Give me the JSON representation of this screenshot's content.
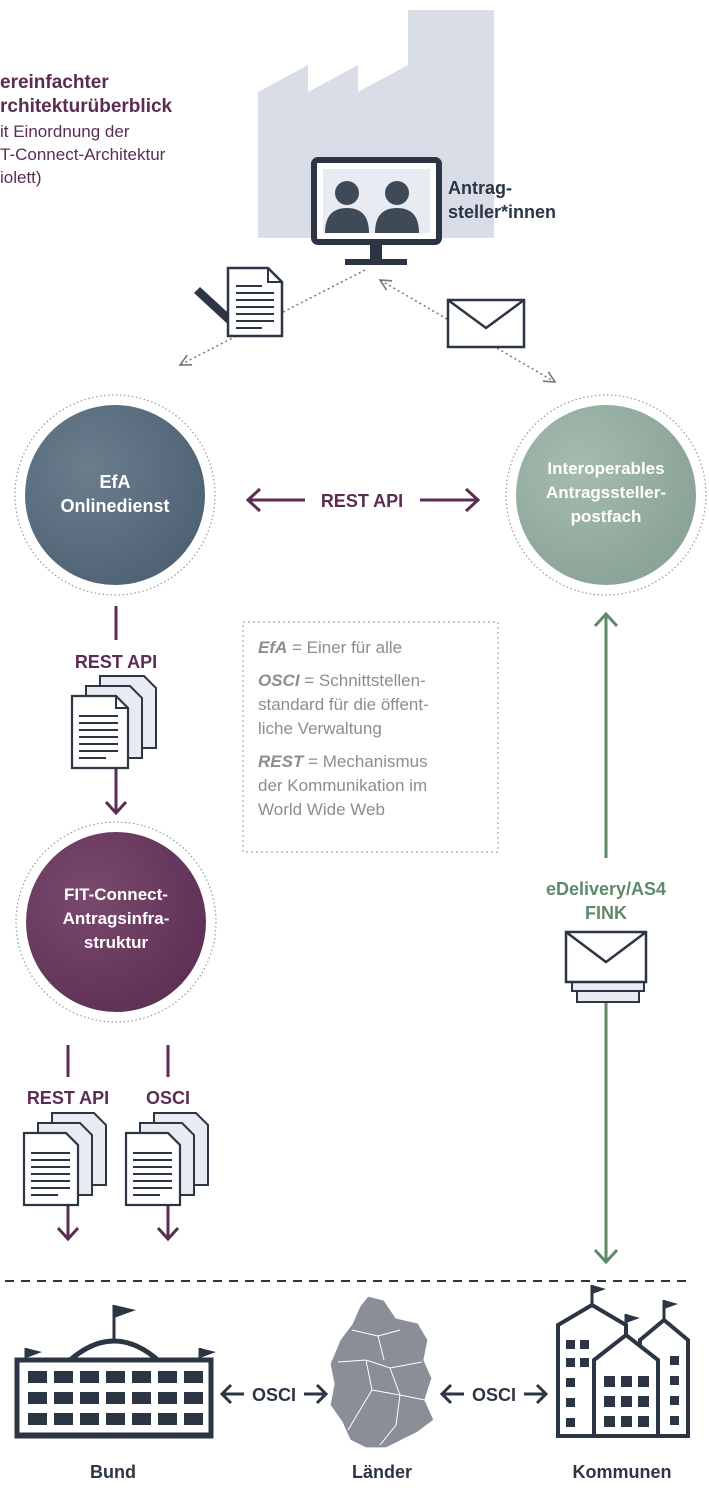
{
  "title": {
    "line1": "ereinfachter",
    "line2": "rchitekturüberblick",
    "sub1": "it Einordnung der",
    "sub2": "T-Connect-Architektur",
    "sub3": "iolett)"
  },
  "users": {
    "line1": "Antrag-",
    "line2": "steller*innen"
  },
  "nodes": {
    "efa": {
      "line1": "EfA",
      "line2": "Onlinedienst"
    },
    "postfach": {
      "line1": "Interoperables",
      "line2": "Antragssteller-",
      "line3": "postfach"
    },
    "fit": {
      "line1": "FIT-Connect-",
      "line2": "Antragsinfra-",
      "line3": "struktur"
    }
  },
  "connections": {
    "efa_postfach": "REST API",
    "efa_fit": "REST API",
    "fit_bund": "REST API",
    "fit_osci": "OSCI",
    "postfach_delivery_1": "eDelivery/AS4",
    "postfach_delivery_2": "FINK",
    "bund_laender": "OSCI",
    "laender_kommunen": "OSCI"
  },
  "legend": [
    {
      "term": "EfA",
      "def1": " = Einer für alle",
      "def2": ""
    },
    {
      "term": "OSCI",
      "def1": " = Schnittstellen-",
      "def2": "standard für die öffent-",
      "def3": "liche Verwaltung"
    },
    {
      "term": "REST",
      "def1": " = Mechanismus",
      "def2": "der Kommunikation im",
      "def3": "World Wide Web"
    }
  ],
  "bottom": {
    "bund": "Bund",
    "laender": "Länder",
    "kommunen": "Kommunen"
  },
  "colors": {
    "violet": "#5b2d52",
    "slate": "#56697a",
    "sage": "#8ea79a",
    "green": "#5f8a6a",
    "grey": "#8d8d8d",
    "factory": "#d9dde8",
    "icon": "#2b3544"
  },
  "icons": [
    "factory-icon",
    "monitor-icon",
    "pen-icon",
    "form-document-icon",
    "envelope-icon",
    "document-stack-icon",
    "bund-building-icon",
    "germany-map-icon",
    "kommunen-building-icon",
    "flag-icon"
  ]
}
